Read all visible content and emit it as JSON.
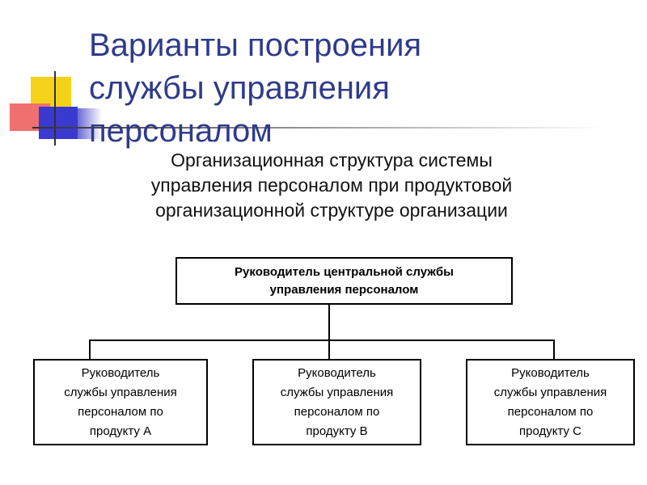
{
  "slide": {
    "title": "Варианты построения\nслужбы управления\nперсоналом",
    "subtitle": "Организационная структура системы\nуправления персоналом при продуктовой\nорганизационной структуре организации"
  },
  "org_chart": {
    "head": "Руководитель центральной службы\nуправления персоналом",
    "children": [
      "Руководитель\nслужбы управления\nперсоналом по\nпродукту А",
      "Руководитель\nслужбы управления\nперсоналом по\nпродукту В",
      "Руководитель\nслужбы управления\nперсоналом по\nпродукту С"
    ]
  }
}
